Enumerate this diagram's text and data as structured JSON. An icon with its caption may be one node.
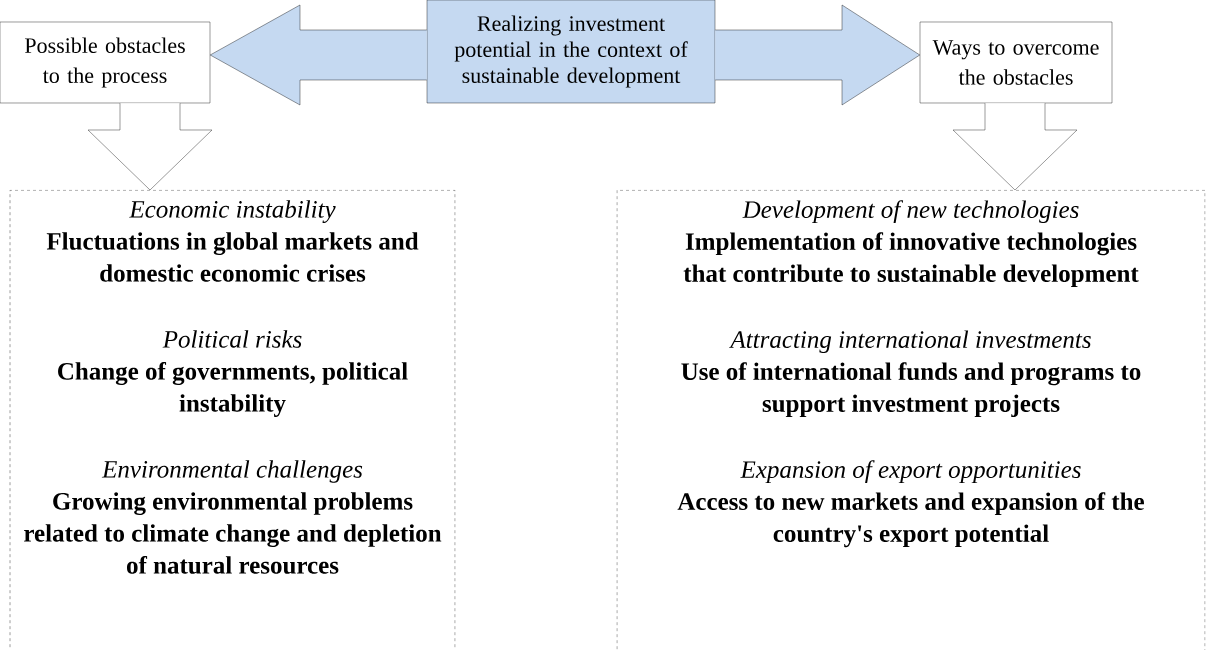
{
  "diagram": {
    "nodes": [
      {
        "text": [
          "Realizing investment potential in the context of sustainable development"
        ]
      },
      {
        "text": [
          "Possible obstacles to the process"
        ]
      },
      {
        "text": [
          "Ways to overcome the obstacles"
        ]
      },
      {
        "text": [
          "Economic instability",
          "Fluctuations in global markets and domestic economic crises",
          "Political risks",
          "Change of governments, political instability",
          "Environmental challenges",
          "Growing environmental problems related to climate change and depletion of natural resources"
        ]
      },
      {
        "text": [
          "Development of new technologies",
          "Implementation of innovative technologies that contribute to sustainable development",
          "Attracting international investments",
          "Use of international funds and programs to support investment projects",
          "Expansion of export opportunities",
          "Access to new markets and expansion of the country's export potential"
        ]
      }
    ],
    "edges": [
      {
        "from": 0,
        "to": 1,
        "arrow": "to"
      },
      {
        "from": 0,
        "to": 2,
        "arrow": "to"
      },
      {
        "from": 1,
        "to": 3,
        "arrow": "to"
      },
      {
        "from": 2,
        "to": 4,
        "arrow": "to"
      }
    ]
  }
}
